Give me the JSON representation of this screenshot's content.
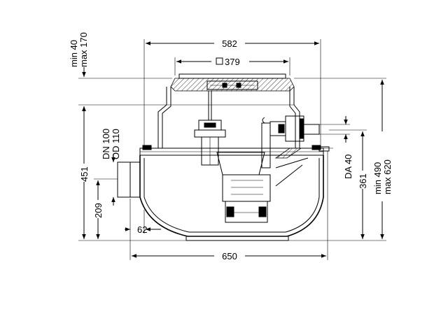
{
  "drawing": {
    "dimensions": {
      "top_width": "582",
      "cover_size": "379",
      "cover_square_symbol": "□",
      "base_width": "650",
      "inlet_offset": "62",
      "total_height": "451",
      "inlet_height": "209",
      "outlet_height": "361",
      "adjust_min": "min 40",
      "adjust_max": "max 170",
      "inlet_dn": "DN 100",
      "inlet_od": "OD 110",
      "outlet_da": "DA 40",
      "overall_min": "min 490",
      "overall_max": "max 620"
    }
  }
}
